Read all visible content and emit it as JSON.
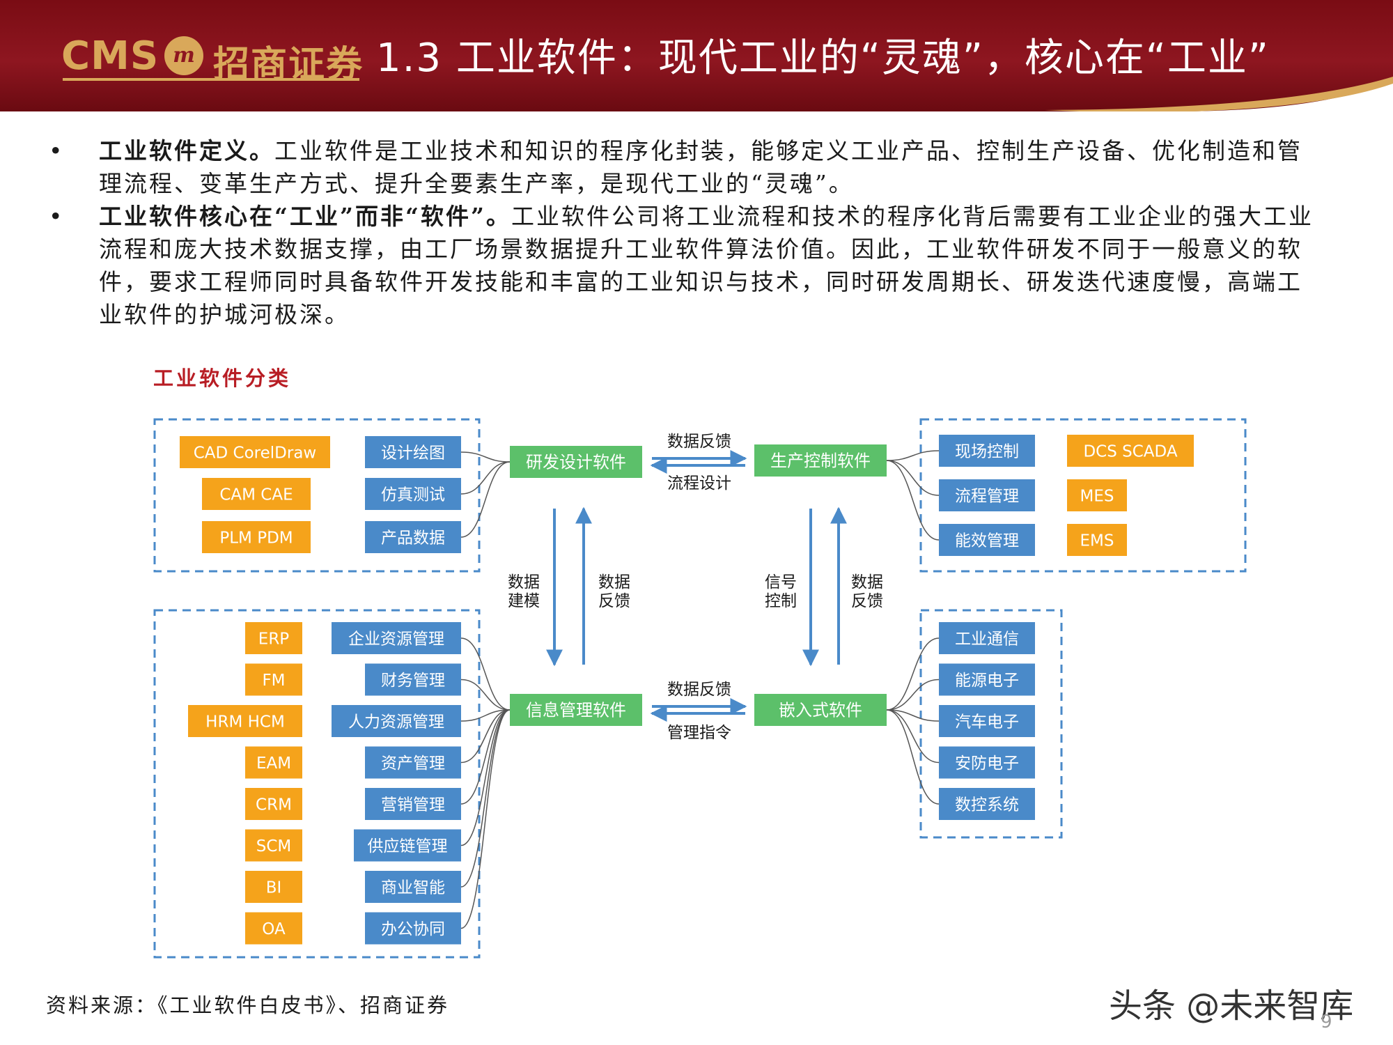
{
  "header": {
    "logo_cms": "CMS",
    "logo_emblem": "m",
    "logo_cn": "招商证券",
    "title": "1.3 工业软件：现代工业的“灵魂”，核心在“工业”"
  },
  "bullets": [
    {
      "marker": "•",
      "bold": "工业软件定义。",
      "text": "工业软件是工业技术和知识的程序化封装，能够定义工业产品、控制生产设备、优化制造和管理流程、变革生产方式、提升全要素生产率，是现代工业的“灵魂”。"
    },
    {
      "marker": "•",
      "bold": "工业软件核心在“工业”而非“软件”。",
      "text": "工业软件公司将工业流程和技术的程序化背后需要有工业企业的强大工业流程和庞大技术数据支撑，由工厂场景数据提升工业软件算法价值。因此，工业软件研发不同于一般意义的软件，要求工程师同时具备软件开发技能和丰富的工业知识与技术，同时研发周期长、研发迭代速度慢，高端工业软件的护城河极深。"
    }
  ],
  "diagram": {
    "title": "工业软件分类",
    "colors": {
      "orange": "#f5a31b",
      "blue": "#4a8ac9",
      "green": "#5cc06a",
      "dash": "#4a8ac9",
      "arrow": "#4a8ac9",
      "connector": "#555555"
    },
    "hubs": {
      "rd": "研发设计软件",
      "production": "生产控制软件",
      "info": "信息管理软件",
      "embedded": "嵌入式软件"
    },
    "top_left": {
      "orange": [
        "CAD CorelDraw",
        "CAM  CAE",
        "PLM  PDM"
      ],
      "blue": [
        "设计绘图",
        "仿真测试",
        "产品数据"
      ]
    },
    "top_right": {
      "blue": [
        "现场控制",
        "流程管理",
        "能效管理"
      ],
      "orange": [
        "DCS  SCADA",
        "MES",
        "EMS"
      ]
    },
    "bottom_left": {
      "orange": [
        "ERP",
        "FM",
        "HRM  HCM",
        "EAM",
        "CRM",
        "SCM",
        "BI",
        "OA"
      ],
      "blue": [
        "企业资源管理",
        "财务管理",
        "人力资源管理",
        "资产管理",
        "营销管理",
        "供应链管理",
        "商业智能",
        "办公协同"
      ]
    },
    "bottom_right": {
      "blue": [
        "工业通信",
        "能源电子",
        "汽车电子",
        "安防电子",
        "数控系统"
      ]
    },
    "flows": {
      "top_upper": "数据反馈",
      "top_lower": "流程设计",
      "bottom_upper": "数据反馈",
      "bottom_lower": "管理指令",
      "left_down": [
        "数据",
        "建模"
      ],
      "left_up": [
        "数据",
        "反馈"
      ],
      "right_down": [
        "信号",
        "控制"
      ],
      "right_up": [
        "数据",
        "反馈"
      ]
    }
  },
  "footer": {
    "source": "资料来源：《工业软件白皮书》、招商证券",
    "watermark": "头条 @未来智库",
    "page": "9"
  }
}
